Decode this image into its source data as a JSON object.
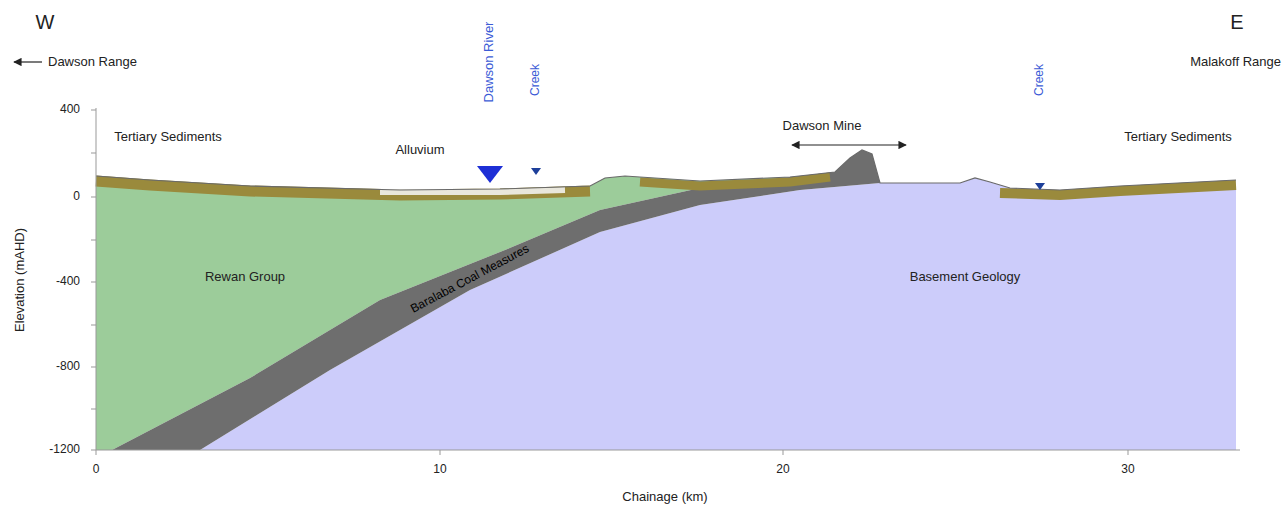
{
  "diagram": {
    "labels": [
      "W",
      "E",
      "Dawson Range",
      "Malakoff Range",
      "400",
      "0",
      "-400",
      "-800",
      "-1200",
      "Elevation (mAHD)",
      "Tertiary Sediments",
      "Alluvium",
      "Dawson River",
      "Creek",
      "Dawson Mine",
      "Creek",
      "Tertiary Sediments",
      "Rewan Group",
      "Baralaba Coal Measures",
      "Basement Geology",
      "0",
      "10",
      "20",
      "30",
      "Chainage (km)"
    ]
  }
}
